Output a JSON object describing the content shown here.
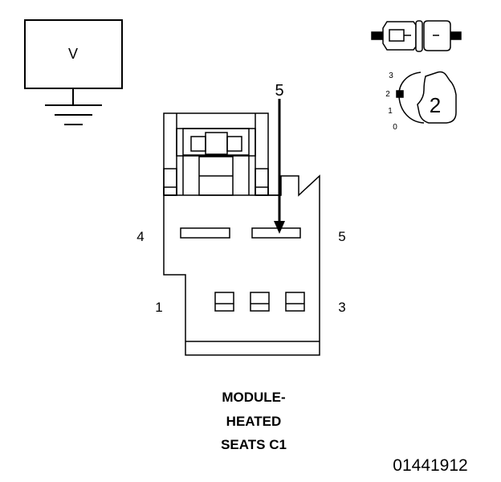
{
  "meter": {
    "label": "V"
  },
  "arrow_pin": "5",
  "pins": {
    "p4": "4",
    "p5": "5",
    "p1": "1",
    "p3": "3"
  },
  "view_icon": {
    "scale": [
      "3",
      "2",
      "1",
      "0"
    ],
    "rotation": "2"
  },
  "title": {
    "line1": "MODULE-",
    "line2": "HEATED",
    "line3": "SEATS C1"
  },
  "figure_id": "01441912"
}
